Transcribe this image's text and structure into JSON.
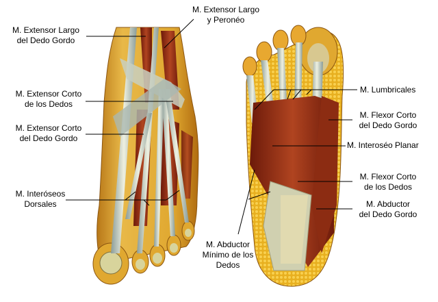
{
  "figure": {
    "views": [
      {
        "id": "dorsal",
        "description": "Dorsal view of foot muscles"
      },
      {
        "id": "plantar",
        "description": "Plantar view of foot muscles"
      }
    ],
    "labels": {
      "ext_largo_dedo_gordo": {
        "line1": "M. Extensor Largo",
        "line2": "del Dedo Gordo"
      },
      "ext_largo_peroneo": {
        "line1": "M. Extensor Largo",
        "line2": "y Peronéo"
      },
      "ext_corto_dedos": {
        "line1": "M. Extensor Corto",
        "line2": "de los Dedos"
      },
      "ext_corto_dedo_gordo": {
        "line1": "M. Extensor Corto",
        "line2": "del Dedo Gordo"
      },
      "interoseos_dorsales": {
        "line1": "M. Interóseos",
        "line2": "Dorsales"
      },
      "lumbricales": {
        "line1": "M. Lumbricales"
      },
      "flexor_corto_dedo_gordo": {
        "line1": "M. Flexor Corto",
        "line2": "del Dedo Gordo"
      },
      "interoseo_planar": {
        "line1": "M. Interoséo Planar"
      },
      "flexor_corto_dedos": {
        "line1": "M. Flexor Corto",
        "line2": "de los Dedos"
      },
      "abductor_dedo_gordo": {
        "line1": "M. Abductor",
        "line2": "del Dedo Gordo"
      },
      "abductor_minimo": {
        "line1": "M. Abductor",
        "line2": "Mínimo de los",
        "line3": "Dedos"
      }
    },
    "colors": {
      "skin": "#e0a830",
      "skin_dark": "#b87818",
      "fat": "#f0c040",
      "muscle": "#a03818",
      "muscle_dark": "#701c0c",
      "tendon": "#d8dcc8",
      "tendon_shadow": "#8a9c98",
      "nail": "#e8d890"
    }
  }
}
